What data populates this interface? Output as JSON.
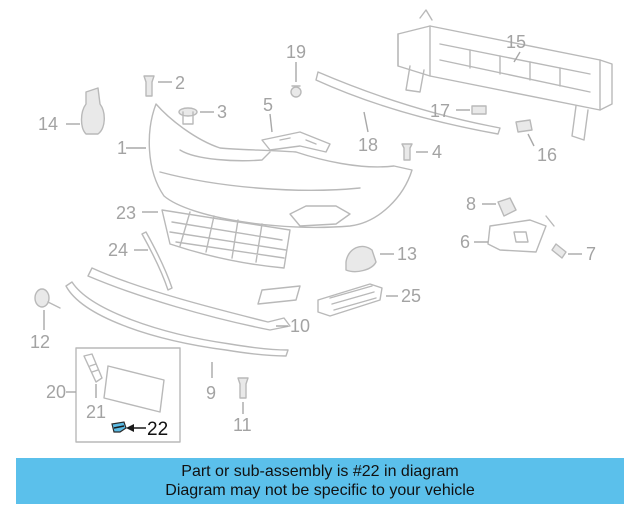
{
  "callouts": {
    "c1": "1",
    "c2": "2",
    "c3": "3",
    "c4": "4",
    "c5": "5",
    "c6": "6",
    "c7": "7",
    "c8": "8",
    "c9": "9",
    "c10": "10",
    "c11": "11",
    "c12": "12",
    "c13": "13",
    "c14": "14",
    "c15": "15",
    "c16": "16",
    "c17": "17",
    "c18": "18",
    "c19": "19",
    "c20": "20",
    "c21": "21",
    "c22": "22",
    "c23": "23",
    "c24": "24",
    "c25": "25"
  },
  "highlighted_part": "22",
  "colors": {
    "highlight": "#5bbbe4",
    "banner": "#5bc0eb",
    "line_art": "#b9b9b9"
  },
  "banner": {
    "line1": "Part or sub-assembly is #22 in diagram",
    "line2": "Diagram may not be specific to your vehicle"
  }
}
